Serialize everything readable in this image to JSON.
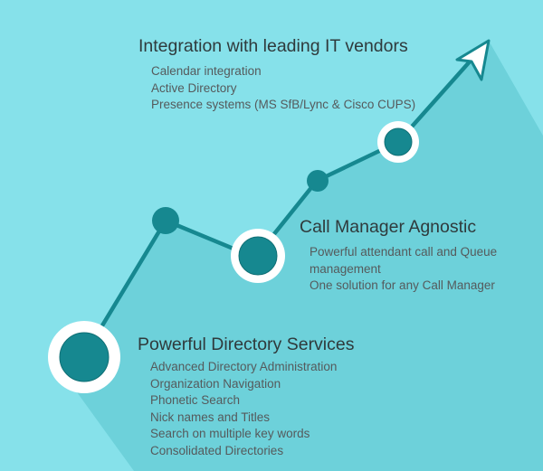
{
  "colors": {
    "background": "#86e1ea",
    "shadow": "#6dd1da",
    "line": "#168890",
    "ring": "#ffffff"
  },
  "stages": [
    {
      "title": "Integration with leading IT vendors",
      "items": [
        "Calendar integration",
        "Active Directory",
        "Presence systems (MS SfB/Lync & Cisco CUPS)"
      ]
    },
    {
      "title": "Call Manager Agnostic",
      "items": [
        "Powerful attendant call and Queue",
        "management",
        "One solution for any Call Manager"
      ]
    },
    {
      "title": "Powerful Directory Services",
      "items": [
        "Advanced Directory Administration",
        "Organization Navigation",
        "Phonetic Search",
        "Nick names and Titles",
        "Search on multiple key words",
        "Consolidated Directories"
      ]
    }
  ]
}
